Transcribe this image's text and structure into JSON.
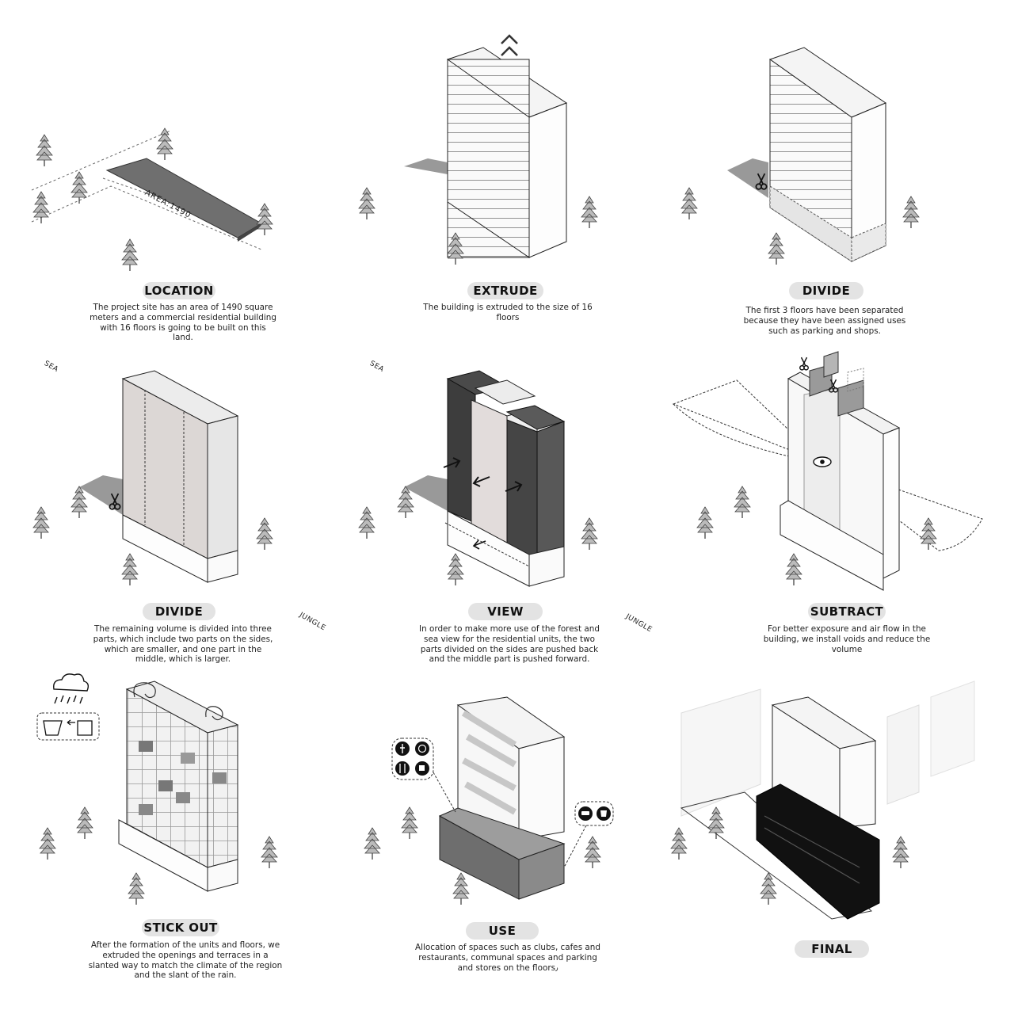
{
  "compass": {
    "sea": "SEA",
    "jungle": "JUNGLE"
  },
  "site": {
    "area_label": "AREA:1490"
  },
  "steps": [
    {
      "title": "LOCATION",
      "description": "The project site has an area of 1490 square meters and a commercial residential building with 16 floors is going to be built on this land."
    },
    {
      "title": "EXTRUDE",
      "description": "The building is extruded to the size of 16 floors"
    },
    {
      "title": "DIVIDE",
      "description": "The first 3 floors have been separated because they have been assigned uses such as parking and shops."
    },
    {
      "title": "DIVIDE",
      "description": "The remaining volume is divided into three parts, which include two parts on the sides, which are smaller, and one part in the middle, which is larger."
    },
    {
      "title": "VIEW",
      "description": "In order to make more use of the forest and sea view for the residential units, the two parts divided on the sides are pushed back and the middle part is pushed forward."
    },
    {
      "title": "SUBTRACT",
      "description": "For better exposure and air flow in the building, we install voids and reduce the volume"
    },
    {
      "title": "STICK OUT",
      "description": "After the formation of the units and floors, we extruded the openings and terraces in a slanted way to match the climate of the region and the slant of the rain."
    },
    {
      "title": "USE",
      "description": "Allocation of spaces such as clubs, cafes and restaurants, communal spaces and parking and stores on the floors٫"
    },
    {
      "title": "FINAL",
      "description": ""
    }
  ],
  "icons": [
    "tree-icon",
    "scissors-icon",
    "double-chevron-up-icon",
    "arrow-icon",
    "eye-icon",
    "rain-cloud-icon",
    "wind-swirl-icon",
    "walking-icon",
    "globe-icon",
    "restaurant-icon",
    "cafe-icon",
    "car-icon",
    "shop-icon"
  ]
}
